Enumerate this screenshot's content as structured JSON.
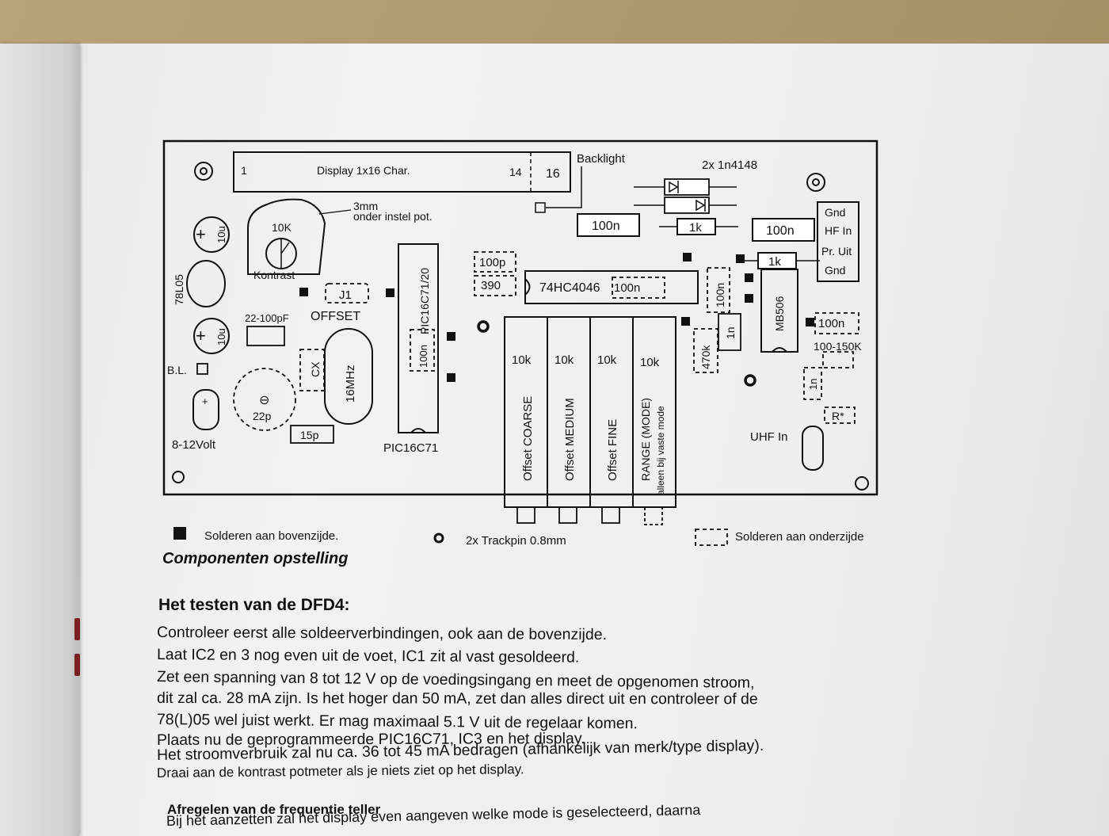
{
  "diagram": {
    "display": {
      "pin_left": "1",
      "label": "Display 1x16 Char.",
      "pin_14": "14",
      "pin_16": "16"
    },
    "backlight": "Backlight",
    "diodes": "2x 1n4148",
    "pot_note_1": "3mm",
    "pot_note_2": "onder instel pot.",
    "pot_value": "10K",
    "pot_label": "Kontrast",
    "reg": "78L05",
    "cap_10u": "10u",
    "j1": "J1",
    "offset": "OFFSET",
    "cap_22_100": "22-100pF",
    "bl": "B.L.",
    "cx": "CX",
    "crystal": "16MHz",
    "cap_22p": "22p",
    "cap_15p": "15p",
    "power": "8-12Volt",
    "pic_top": "PIC16C71/20",
    "pic_100n": "100n",
    "pic_bottom": "PIC16C71",
    "c100p": "100p",
    "r390": "390",
    "ic_4046": "74HC4046",
    "ic_4046_cap": "100n",
    "c100n_top": "100n",
    "r1k_a": "1k",
    "c100n_right": "100n",
    "r1k_b": "1k",
    "conn": [
      "Gnd",
      "HF In",
      "Pr. Uit",
      "Gnd"
    ],
    "c100n_v": "100n",
    "c1n_a": "1n",
    "r470k": "470k",
    "mb506": "MB506",
    "c100n_mb": "100n",
    "r100_150k": "100-150K",
    "c1n_b": "1n",
    "r_star": "R*",
    "uhf": "UHF In",
    "pot10k": "10k",
    "pots": [
      "Offset COARSE",
      "Offset MEDIUM",
      "Offset FINE"
    ],
    "range_1": "RANGE (MODE)",
    "range_2": "alleen bij vaste mode"
  },
  "legend": {
    "top": "Solderen aan bovenzijde.",
    "trackpin": "2x Trackpin 0.8mm",
    "bottom": "Solderen aan onderzijde"
  },
  "caption": "Componenten opstelling",
  "section1": {
    "title": "Het testen van de DFD4:",
    "lines": [
      "Controleer eerst alle soldeerverbindingen, ook aan de bovenzijde.",
      "Laat IC2 en 3 nog even uit de voet, IC1 zit al vast gesoldeerd.",
      "Zet een spanning van 8 tot 12 V op de voedingsingang en meet de opgenomen stroom,",
      "dit zal ca. 28 mA zijn. Is het hoger dan 50 mA, zet dan alles direct uit en controleer of de",
      "78(L)05 wel juist werkt. Er mag maximaal 5.1 V uit de regelaar komen.",
      "Plaats nu de geprogrammeerde PIC16C71, IC3 en het display.",
      "Het stroomverbruik zal nu ca. 36 tot 45 mA bedragen (afhankelijk van merk/type display).",
      "Draai aan de kontrast potmeter als je niets ziet op het display."
    ]
  },
  "section2": {
    "title": "Afregelen van de frequentie teller",
    "lines": [
      "Bij het aanzetten zal het display even aangeven welke mode is geselecteerd, daarna"
    ]
  }
}
